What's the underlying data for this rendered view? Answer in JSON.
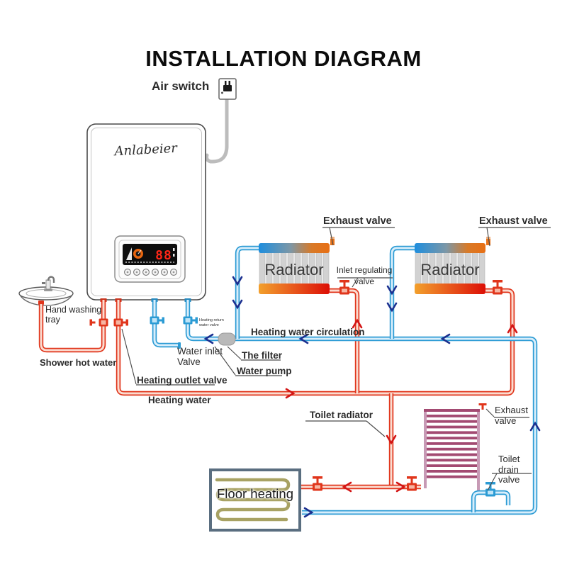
{
  "title": "INSTALLATION DIAGRAM",
  "boiler": {
    "brand": "Anlabeier",
    "display_value": "88"
  },
  "labels": {
    "air_switch": "Air switch",
    "hand_washing_tray": "Hand washing tray",
    "shower_hot_water": "Shower hot water",
    "water_inlet_valve": "Water inlet Valve",
    "heating_return_water_valve": "Heating return water valve",
    "heating_outlet_valve": "Heating outlet valve",
    "heating_water": "Heating water",
    "heating_water_circulation": "Heating water circulation",
    "the_filter": "The filter",
    "water_pump": "Water pump",
    "inlet_regulating_valve": "Inlet regulating valve",
    "exhaust_valve": "Exhaust valve",
    "radiator": "Radiator",
    "toilet_radiator": "Toilet radiator",
    "toilet_drain_valve": "Toilet drain valve",
    "floor_heating": "Floor heating"
  },
  "colors": {
    "hot_pipe": "#e0351b",
    "cold_pipe": "#2b9bd4",
    "radiator_hot": "#dc0f06",
    "radiator_cold": "#1e8ede",
    "toilet_radiator": "#a34a72",
    "floor_coil": "#a8a263",
    "cable": "#bcbcbc",
    "display_digits": "#ff2617"
  }
}
